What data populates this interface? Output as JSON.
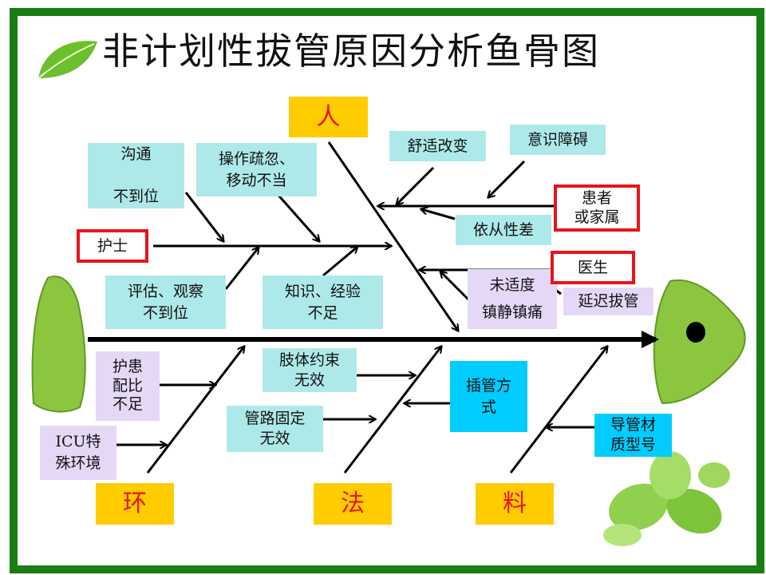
{
  "title": "非计划性拔管原因分析鱼骨图",
  "categories": {
    "person": "人",
    "environment": "环",
    "method": "法",
    "material": "料"
  },
  "person": {
    "nurse": "护士",
    "nurse_causes": [
      "沟通\n\n不到位",
      "操作疏忽、\n移动不当",
      "评估、观察\n不到位",
      "知识、经验\n不足"
    ],
    "patient": "患者\n或家属",
    "patient_causes": [
      "舒适改变",
      "意识障碍",
      "依从性差"
    ],
    "doctor": "医生",
    "doctor_causes": [
      "未适度\n\n镇静镇痛",
      "延迟拔管"
    ]
  },
  "environment_causes": [
    "护患\n配比\n不足",
    "ICU特\n殊环境"
  ],
  "method_causes": [
    "肢体约束\n无效",
    "管路固定\n无效",
    "插管方\n式"
  ],
  "material_causes": [
    "导管材\n质型号"
  ],
  "colors": {
    "frame": "#1a7d14",
    "category_bg": "#ffcc00",
    "category_text": "#e8141b",
    "cause_cyan": "#aee9e9",
    "cause_blue": "#00ccff",
    "cause_purple": "#e5d8f7"
  }
}
